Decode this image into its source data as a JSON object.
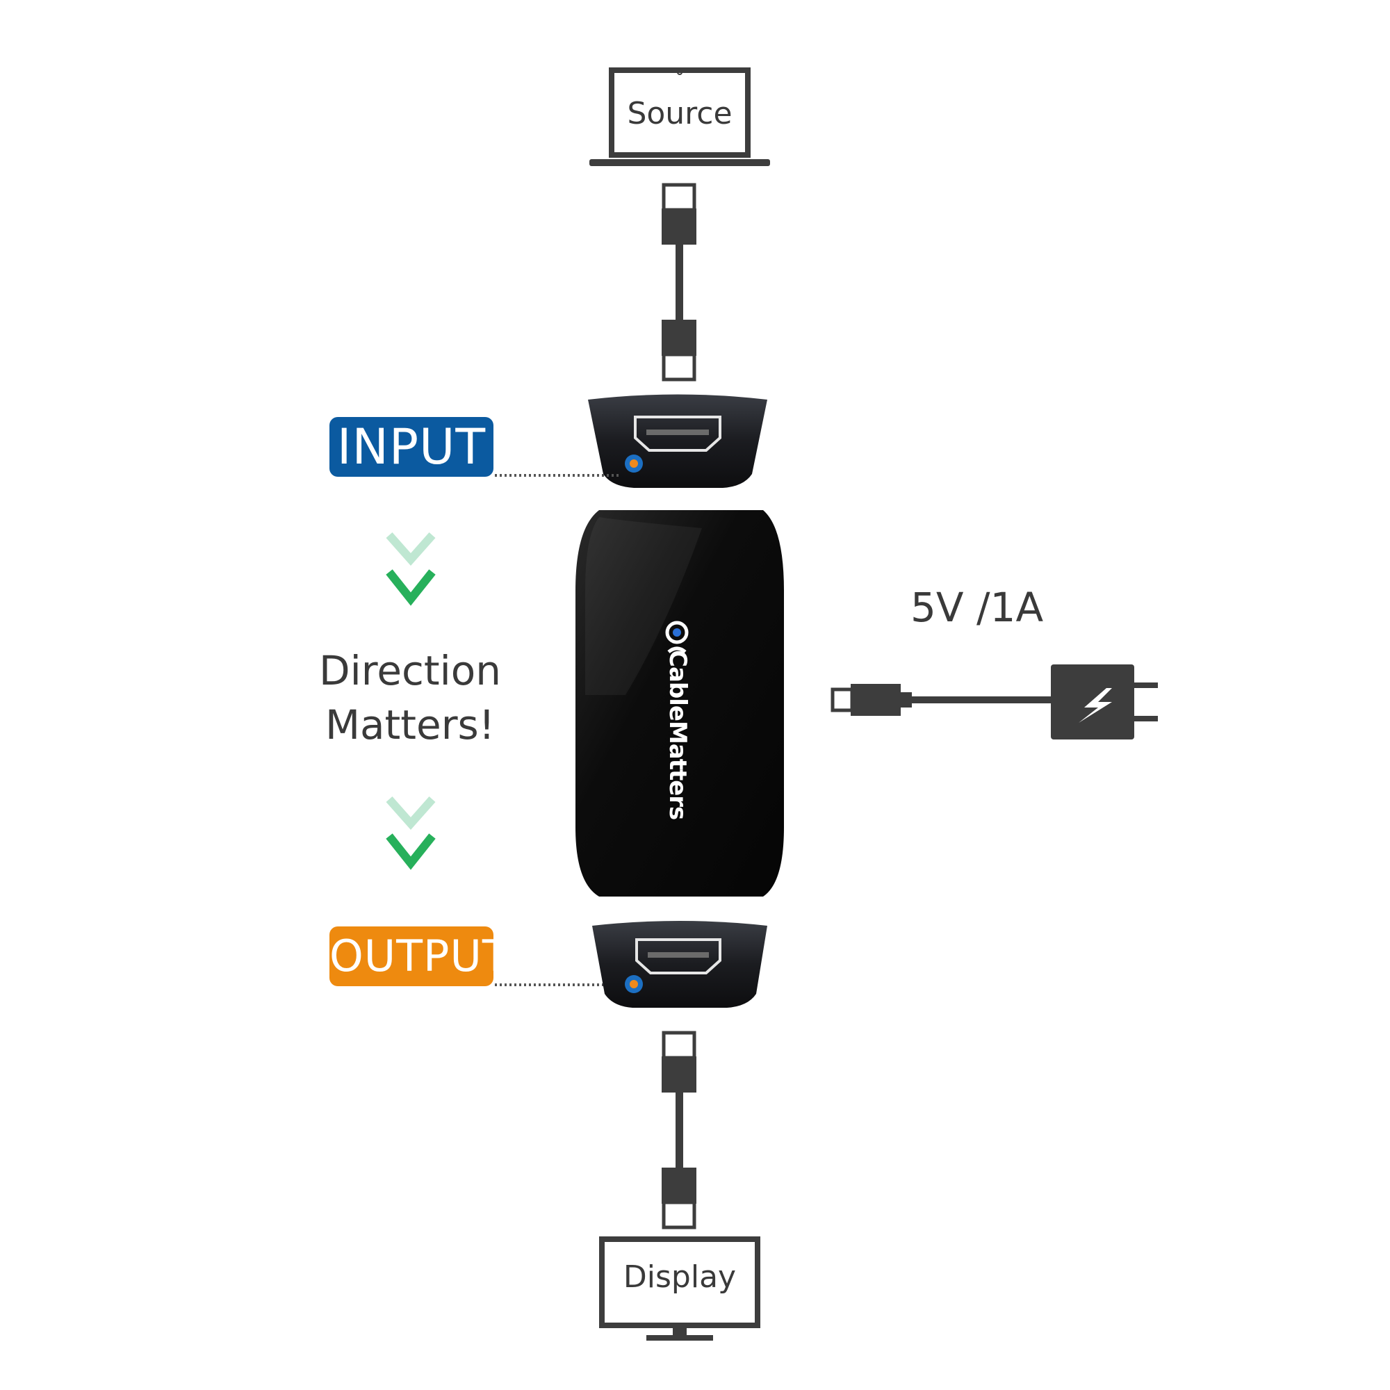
{
  "source_label": "Source",
  "display_label": "Display",
  "input_label": "INPUT",
  "output_label": "OUTPUT",
  "direction_label_line1": "Direction",
  "direction_label_line2": "Matters!",
  "power_label": "5V /1A",
  "brand_label": "CableMatters",
  "colors": {
    "input_badge": "#0b5aa0",
    "output_badge": "#ee8a0f",
    "arrow_light": "#bfe7d2",
    "arrow_dark": "#27b05b",
    "device": "#111111",
    "icon_stroke": "#3d3d3d"
  },
  "icons": {
    "source": "laptop-icon",
    "display": "monitor-icon",
    "power": "power-adapter-icon",
    "cable": "hdmi-cable-icon"
  }
}
